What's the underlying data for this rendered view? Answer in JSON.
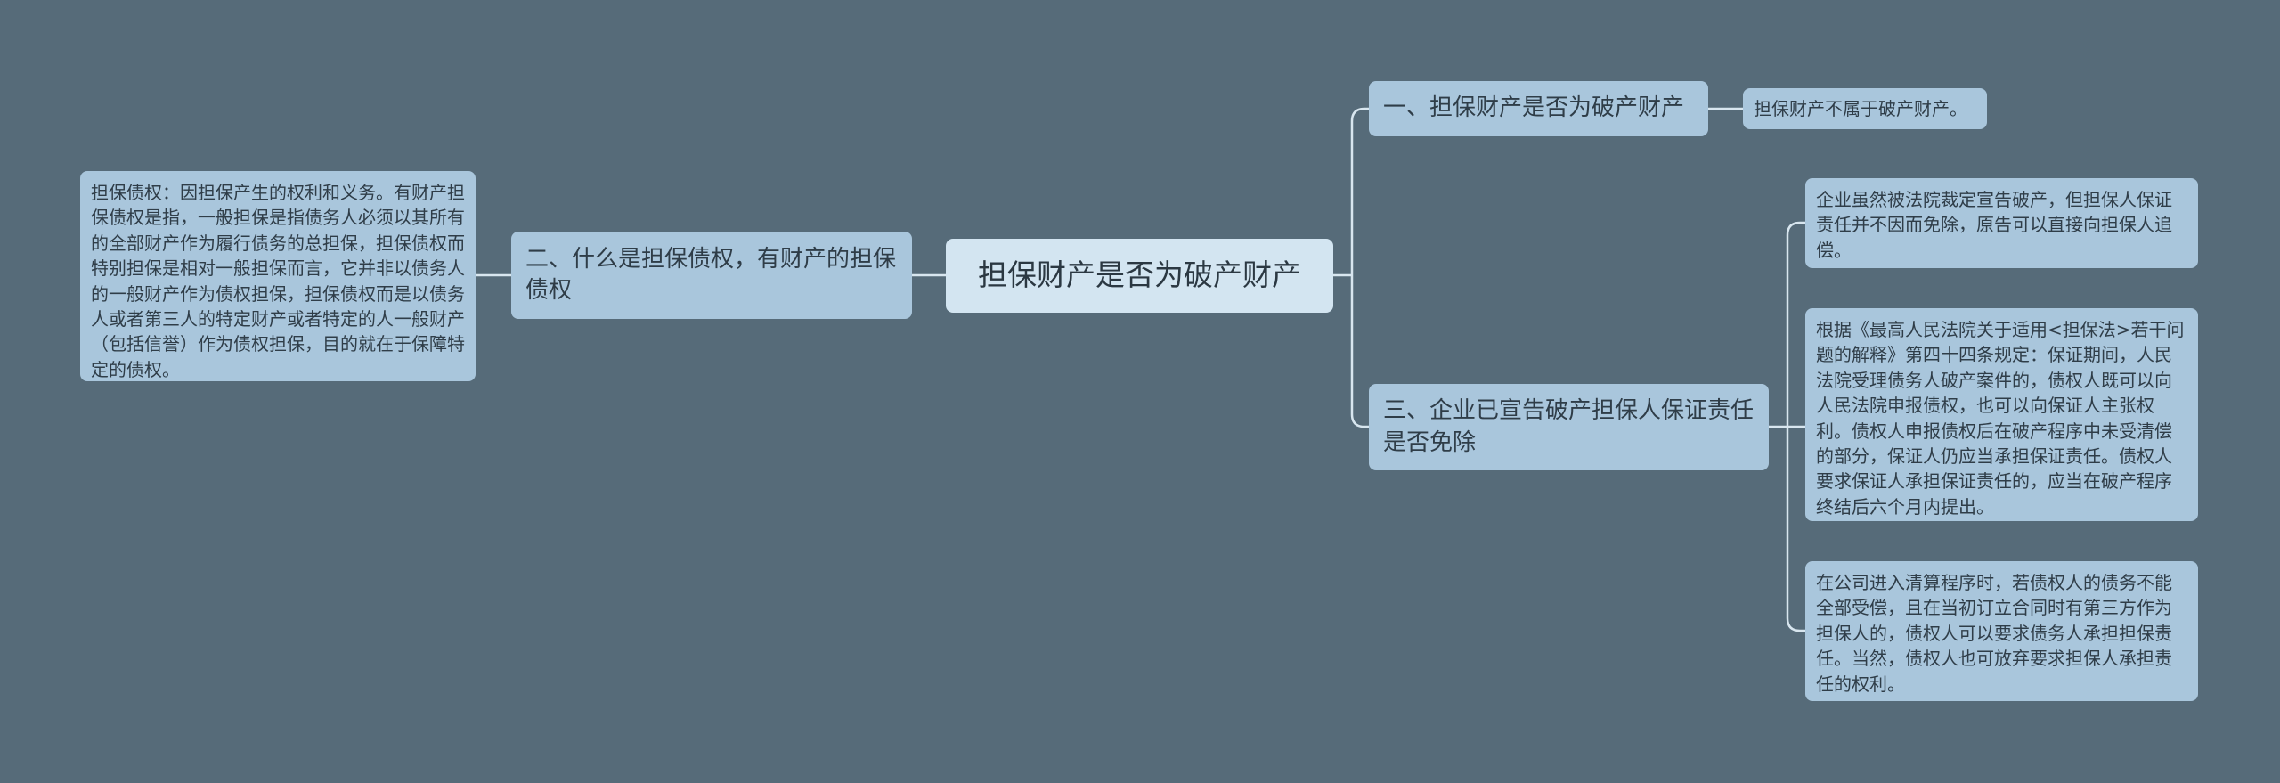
{
  "mindmap": {
    "root": "担保财产是否为破产财产",
    "branch1": {
      "title": "一、担保财产是否为破产财产",
      "leaf": "担保财产不属于破产财产。"
    },
    "branch2": {
      "title": "二、什么是担保债权，有财产的担保债权",
      "leaf": "担保债权：因担保产生的权利和义务。有财产担保债权是指，一般担保是指债务人必须以其所有的全部财产作为履行债务的总担保，担保债权而特别担保是相对一般担保而言，它并非以债务人的一般财产作为债权担保，担保债权而是以债务人或者第三人的特定财产或者特定的人一般财产（包括信誉）作为债权担保，目的就在于保障特定的债权。"
    },
    "branch3": {
      "title": "三、企业已宣告破产担保人保证责任是否免除",
      "leaves": [
        "企业虽然被法院裁定宣告破产，但担保人保证责任并不因而免除，原告可以直接向担保人追偿。",
        "根据《最高人民法院关于适用<担保法>若干问题的解释》第四十四条规定：保证期间，人民法院受理债务人破产案件的，债权人既可以向人民法院申报债权，也可以向保证人主张权利。债权人申报债权后在破产程序中未受清偿的部分，保证人仍应当承担保证责任。债权人要求保证人承担保证责任的，应当在破产程序终结后六个月内提出。",
        "在公司进入清算程序时，若债权人的债务不能全部受偿，且在当初订立合同时有第三方作为担保人的，债权人可以要求债务人承担担保责任。当然，债权人也可放弃要求担保人承担责任的权利。"
      ]
    }
  },
  "colors": {
    "background": "#566b79",
    "root_fill": "#d3e5f1",
    "node_fill": "#a9c6dc",
    "link": "#d8e6ef"
  }
}
